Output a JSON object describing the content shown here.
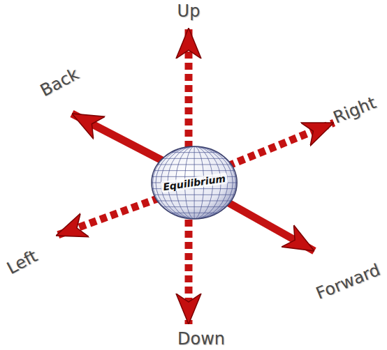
{
  "diagram": {
    "nodes": [
      {
        "text": [
          "Equilibrium"
        ]
      }
    ],
    "labels": [
      "Up",
      "Back",
      "Right",
      "Left",
      "Forward",
      "Down"
    ]
  }
}
